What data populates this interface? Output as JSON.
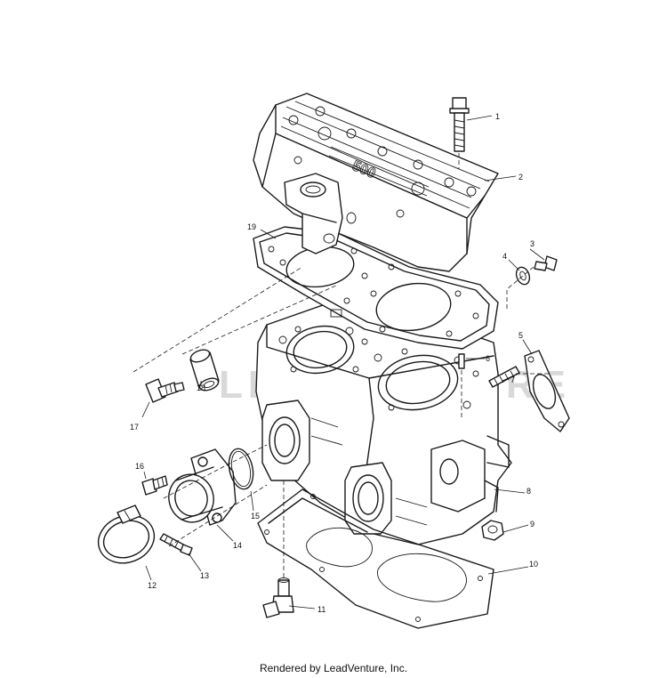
{
  "diagram": {
    "watermark": "LEADVENTURE",
    "head_stamp": "500",
    "callouts": [
      "1",
      "2",
      "3",
      "4",
      "5",
      "6",
      "7",
      "8",
      "9",
      "10",
      "11",
      "12",
      "13",
      "14",
      "15",
      "16",
      "17",
      "18",
      "19"
    ]
  },
  "footer": {
    "text": "Rendered by LeadVenture, Inc."
  }
}
